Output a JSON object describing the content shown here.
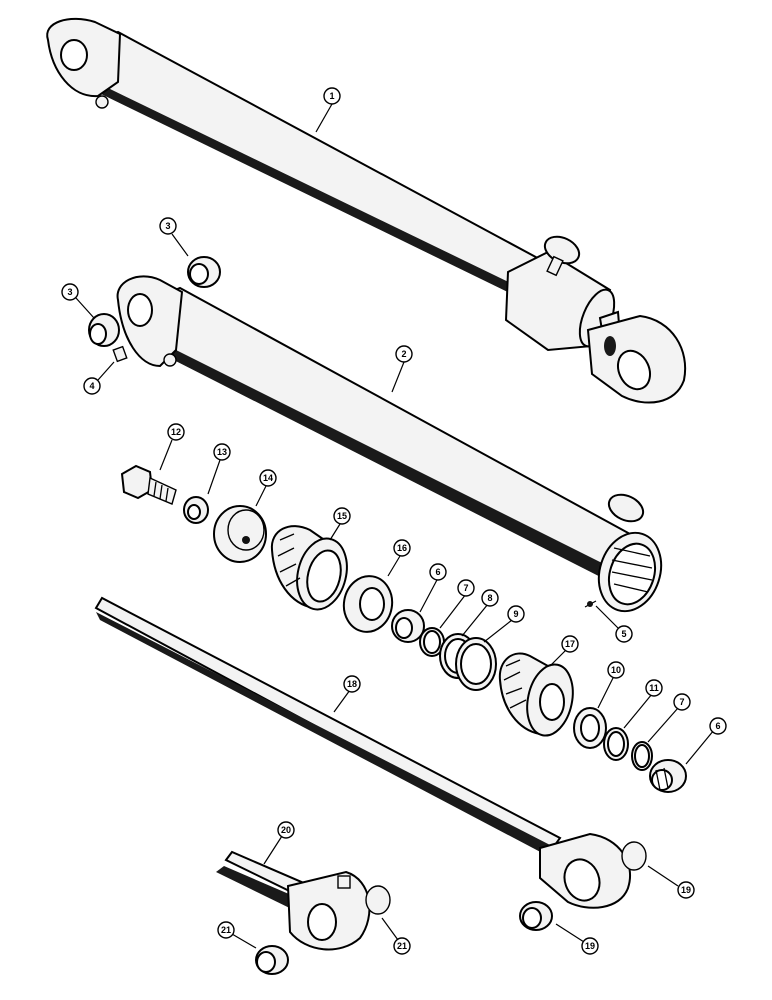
{
  "diagram": {
    "callouts": [
      {
        "id": "c1",
        "label": "1"
      },
      {
        "id": "c2",
        "label": "2"
      },
      {
        "id": "c3a",
        "label": "3"
      },
      {
        "id": "c3b",
        "label": "3"
      },
      {
        "id": "c4",
        "label": "4"
      },
      {
        "id": "c5",
        "label": "5"
      },
      {
        "id": "c6a",
        "label": "6"
      },
      {
        "id": "c6b",
        "label": "6"
      },
      {
        "id": "c7a",
        "label": "7"
      },
      {
        "id": "c7b",
        "label": "7"
      },
      {
        "id": "c8",
        "label": "8"
      },
      {
        "id": "c9",
        "label": "9"
      },
      {
        "id": "c10",
        "label": "10"
      },
      {
        "id": "c11",
        "label": "11"
      },
      {
        "id": "c12",
        "label": "12"
      },
      {
        "id": "c13",
        "label": "13"
      },
      {
        "id": "c14",
        "label": "14"
      },
      {
        "id": "c15",
        "label": "15"
      },
      {
        "id": "c16",
        "label": "16"
      },
      {
        "id": "c17",
        "label": "17"
      },
      {
        "id": "c18",
        "label": "18"
      },
      {
        "id": "c19a",
        "label": "19"
      },
      {
        "id": "c19b",
        "label": "19"
      },
      {
        "id": "c20",
        "label": "20"
      },
      {
        "id": "c21a",
        "label": "21"
      },
      {
        "id": "c21b",
        "label": "21"
      }
    ]
  }
}
